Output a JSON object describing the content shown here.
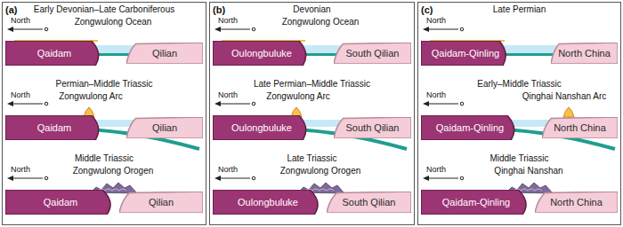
{
  "diagram": {
    "nodes": [
      {
        "text": [
          "Qaidam"
        ]
      },
      {
        "text": [
          "Qilian"
        ]
      },
      {
        "text": [
          "Qaidam"
        ]
      },
      {
        "text": [
          "Qilian"
        ]
      },
      {
        "text": [
          "Qaidam"
        ]
      },
      {
        "text": [
          "Qilian"
        ]
      },
      {
        "text": [
          "Oulongbuluke"
        ]
      },
      {
        "text": [
          "South Qilian"
        ]
      },
      {
        "text": [
          "Oulongbuluke"
        ]
      },
      {
        "text": [
          "South Qilian"
        ]
      },
      {
        "text": [
          "Oulongbuluke"
        ]
      },
      {
        "text": [
          "South Qilian"
        ]
      },
      {
        "text": [
          "Qaidam-Qinling"
        ]
      },
      {
        "text": [
          "North China"
        ]
      },
      {
        "text": [
          "Qaidam-Qinling"
        ]
      },
      {
        "text": [
          "North China"
        ]
      },
      {
        "text": [
          "Qaidam-Qinling"
        ]
      },
      {
        "text": [
          "North China"
        ]
      }
    ],
    "labels": [
      "(a)",
      "Early Devonian–Late Carboniferous",
      "North",
      "Zongwulong Ocean",
      "Permian–Middle Triassic",
      "North",
      "Zongwulong Arc",
      "Middle Triassic",
      "North",
      "Zongwulong Orogen",
      "(b)",
      "Devonian",
      "North",
      "Zongwulong Ocean",
      "Late Permian–Middle Triassic",
      "North",
      "Zongwulong Arc",
      "Late Triassic",
      "North",
      "Zongwulong Orogen",
      "(c)",
      "Late Permian",
      "North",
      "Early–Middle Triassic",
      "North",
      "Qinghai Nanshan Arc",
      "Middle Triassic",
      "North",
      "Qinghai Nanshan"
    ]
  }
}
